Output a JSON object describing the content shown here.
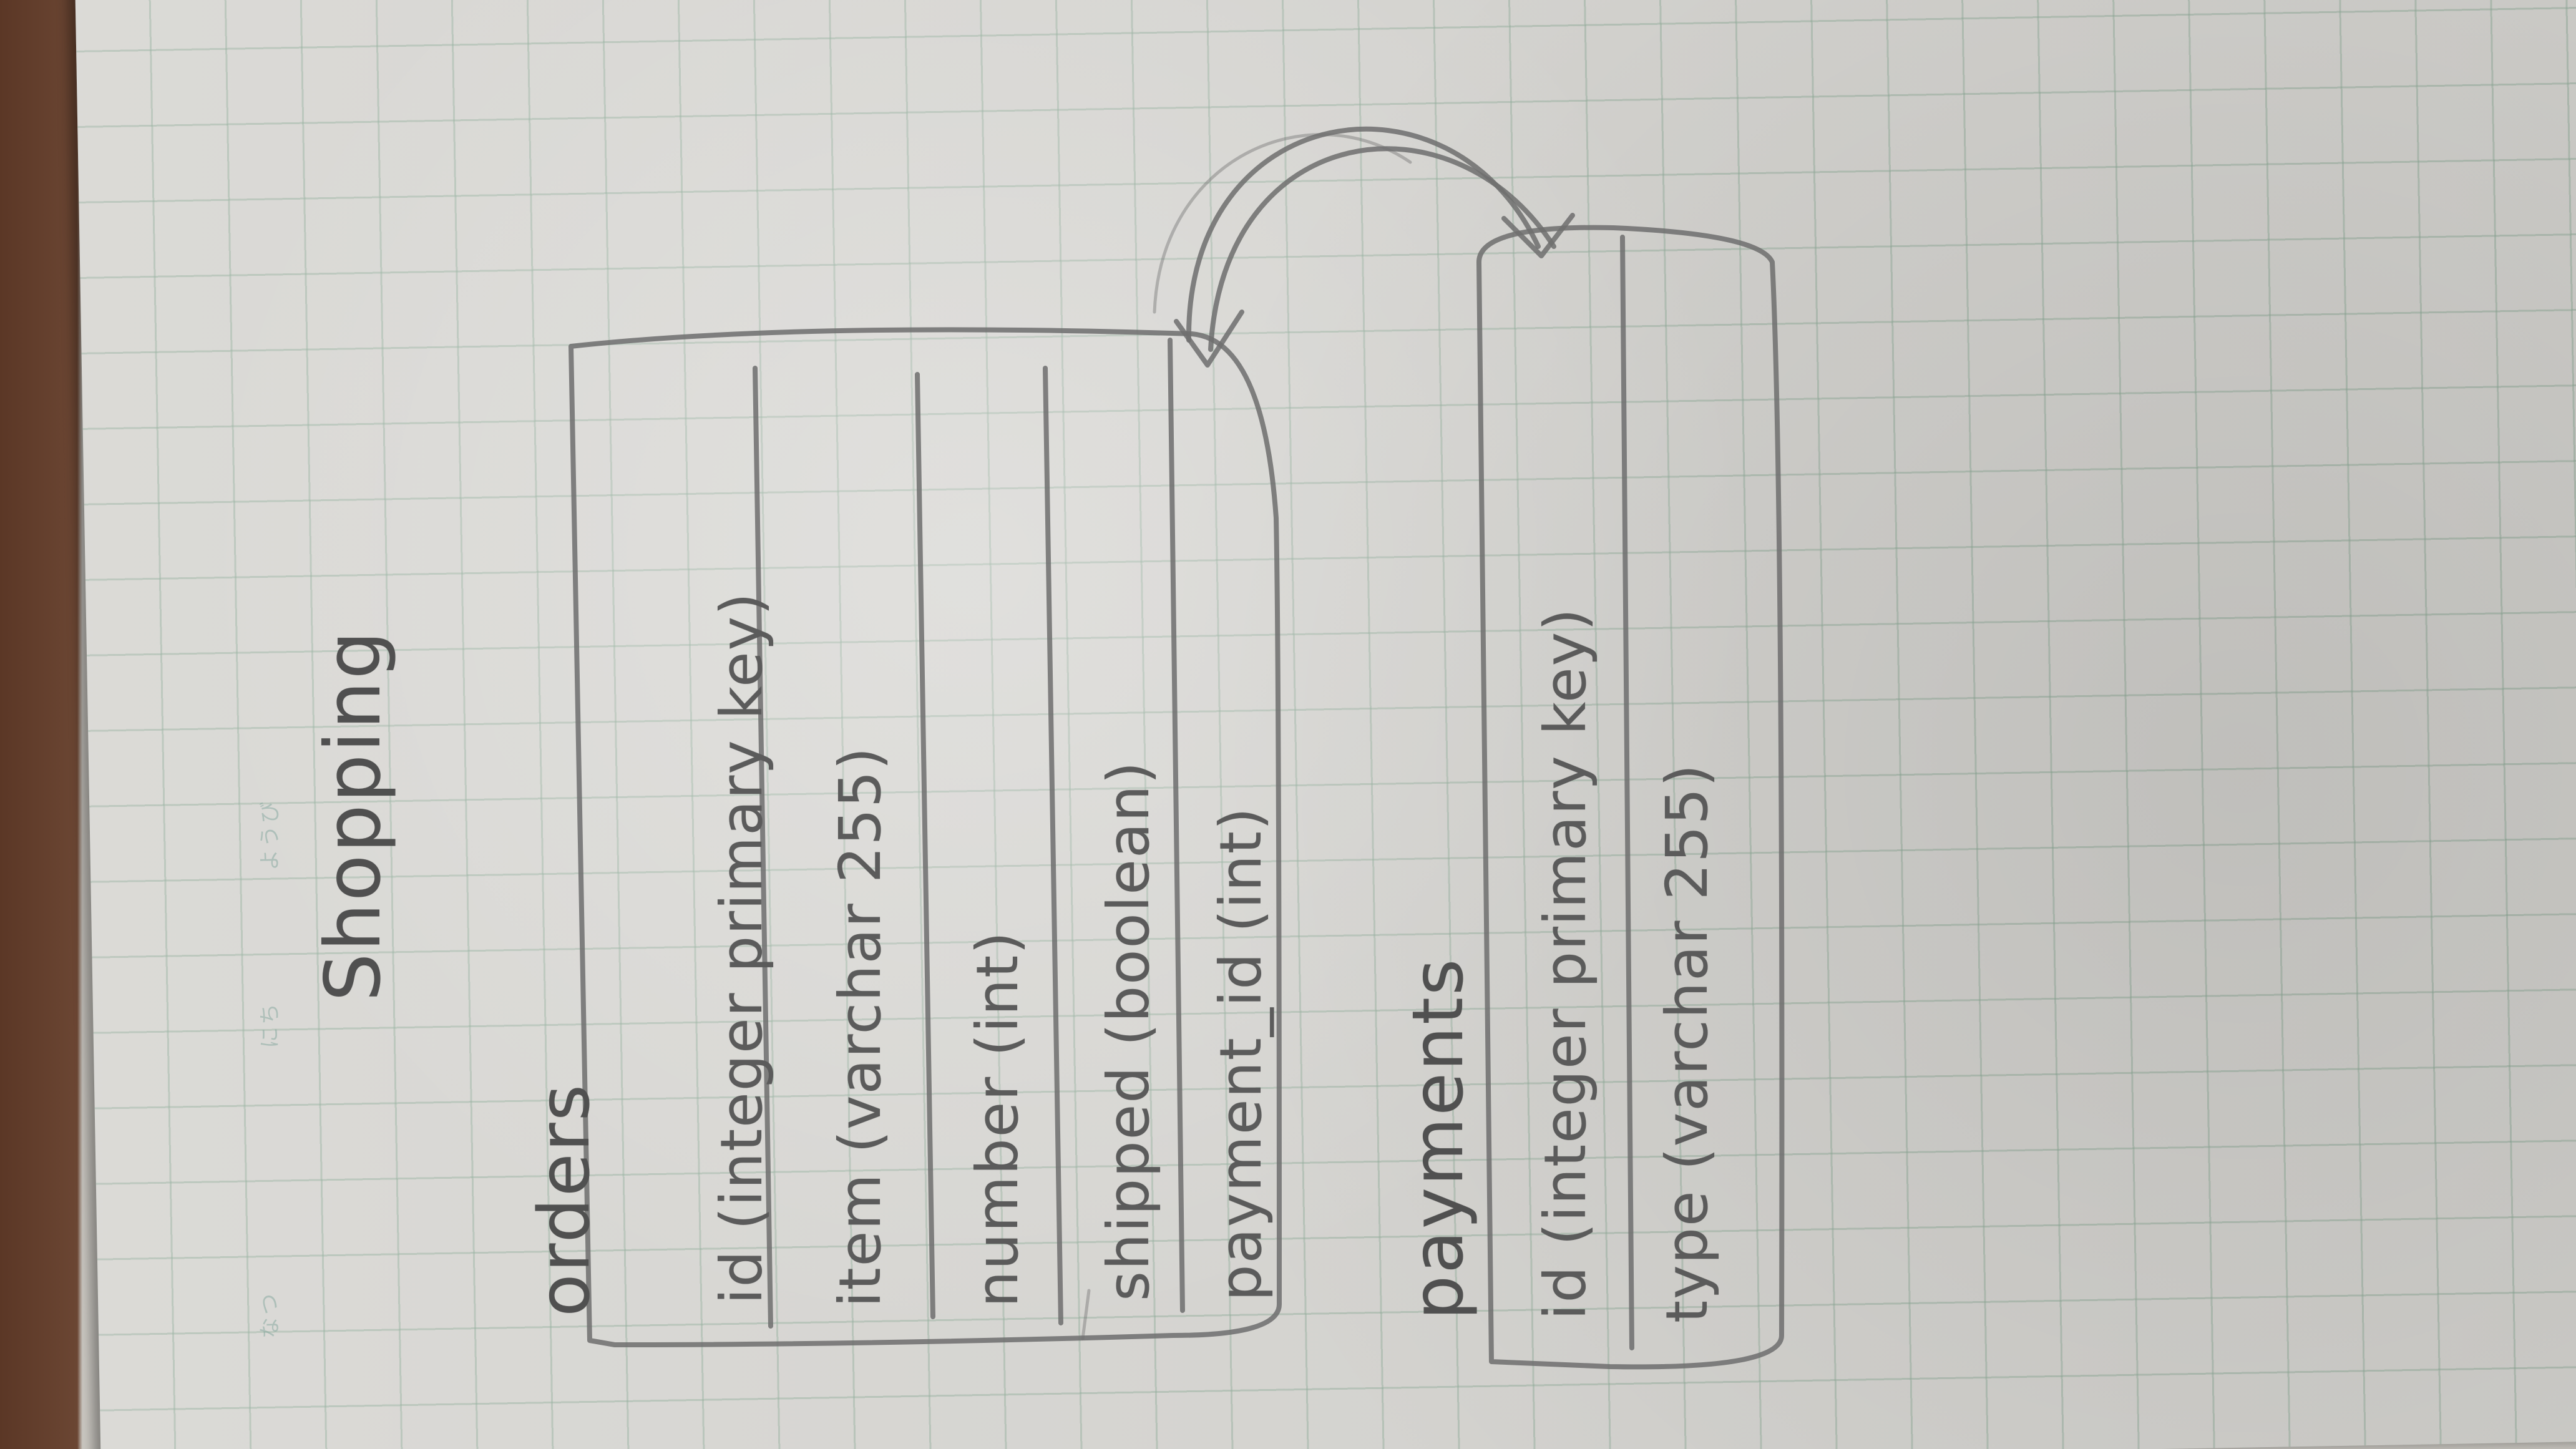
{
  "title": "Shopping",
  "tables": [
    {
      "name": "orders",
      "rows": [
        "id (integer primary key)",
        "item (varchar 255)",
        "number (int)",
        "shipped (boolean)",
        "payment_id (int)"
      ]
    },
    {
      "name": "payments",
      "rows": [
        "id (integer primary key)",
        "type (varchar 255)"
      ]
    }
  ],
  "header_marks": [
    "なつ",
    "にち",
    "ようび"
  ],
  "colors": {
    "pencil": "#6f6f6f",
    "paper": "#d6d5d1",
    "grid": "#8caa96",
    "background": "#5a3422"
  }
}
